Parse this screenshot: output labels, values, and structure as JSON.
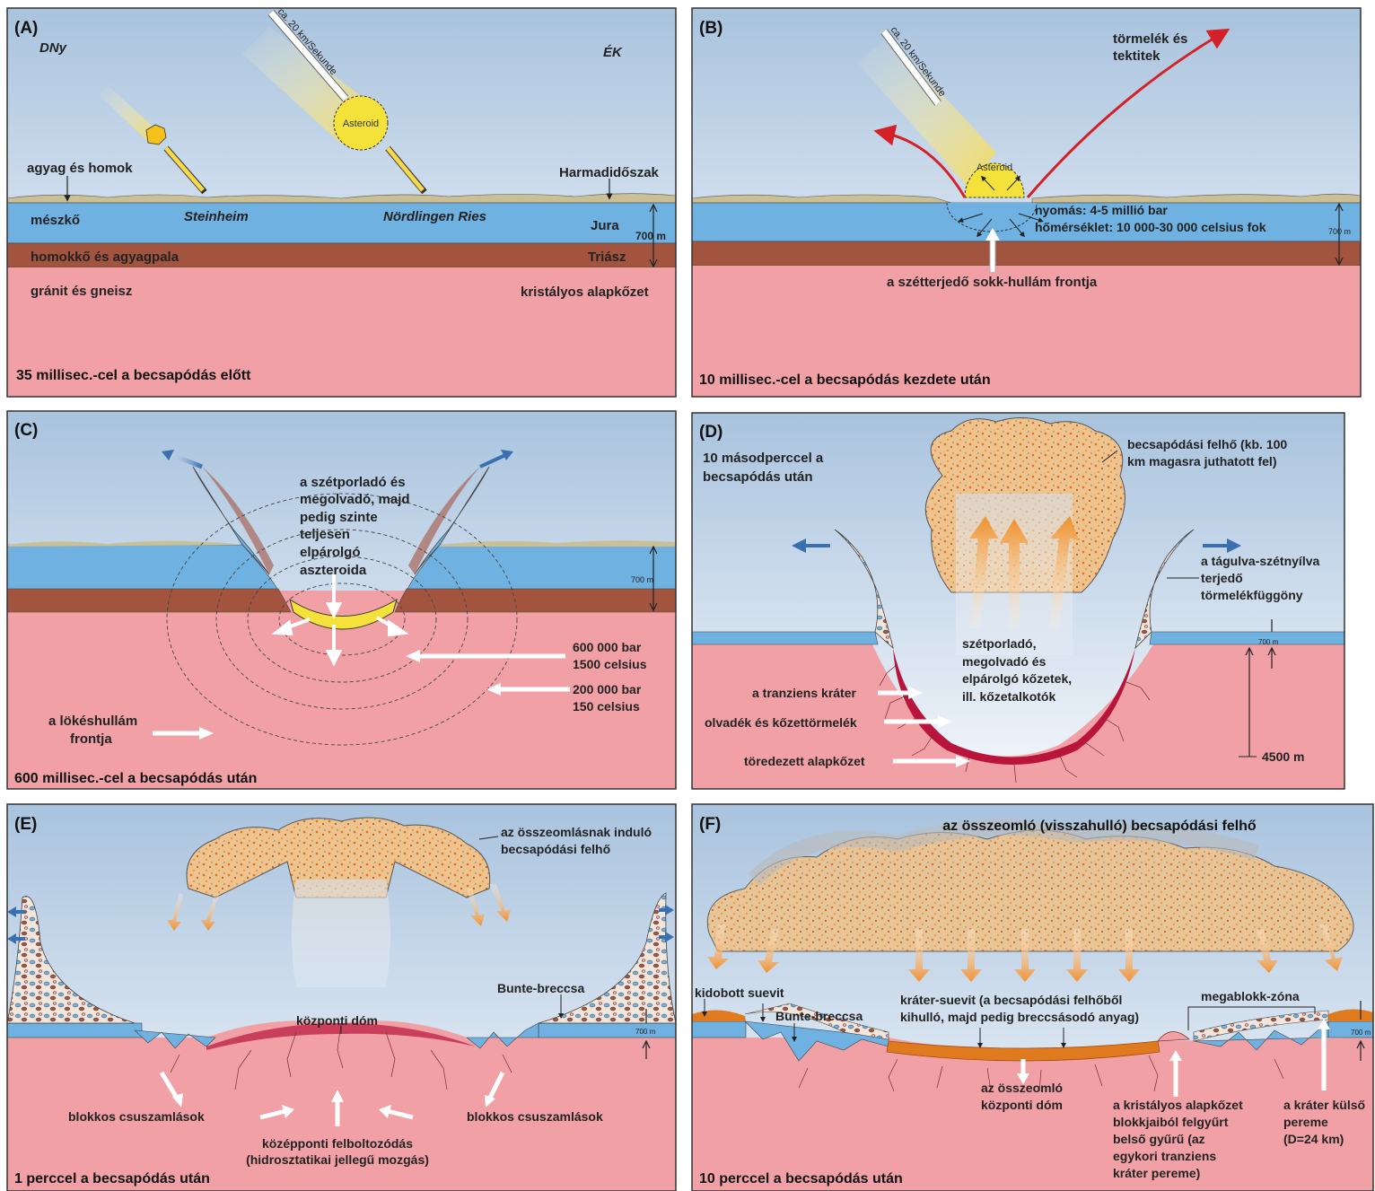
{
  "colors": {
    "sky_top": "#a9c3de",
    "sky_bottom": "#ffffff",
    "limestone": "#6fb1e0",
    "sandstone": "#a3543f",
    "granite": "#f1a1a6",
    "asteroid": "#f4e23a",
    "ejecta_arrow": "#d42027",
    "melt": "#b8143c",
    "suevite": "#e07a1e",
    "cloud": "#e8a050",
    "frame": "#333333"
  },
  "panels": {
    "A": {
      "tag": "(A)",
      "dir_left": "DNy",
      "dir_right": "ÉK",
      "speed": "ca. 20 km/Sekunde",
      "asteroid": "Asteroid",
      "clay_sand": "agyag és homok",
      "tertiary": "Harmadidőszak",
      "limestone": "mészkő",
      "steinheim": "Steinheim",
      "ries": "Nördlingen Ries",
      "jura": "Jura",
      "depth": "700 m",
      "sandstone": "homokkő és agyagpala",
      "triassic": "Triász",
      "granite": "gránit és gneisz",
      "basement": "kristályos alapkőzet",
      "caption": "35 millisec.-cel a becsapódás előtt"
    },
    "B": {
      "tag": "(B)",
      "speed": "ca. 20 km/Sekunde",
      "asteroid": "Asteroid",
      "debris_1": "törmelék és",
      "debris_2": "tektitek",
      "pressure": "nyomás: 4-5 millió bar",
      "temperature": "hőmérséklet: 10 000-30 000 celsius fok",
      "depth": "700 m",
      "shock_front": "a szétterjedő sokk-hullám frontja",
      "caption": "10 millisec.-cel a becsapódás kezdete után"
    },
    "C": {
      "tag": "(C)",
      "asteroid_lines": [
        "a szétporladó és",
        "megolvadó, majd",
        "pedig szinte",
        "teljesen",
        "elpárolgó",
        "aszteroida"
      ],
      "depth": "700 m",
      "p1": "600 000 bar",
      "t1": "1500 celsius",
      "p2": "200 000 bar",
      "t2": "150 celsius",
      "wave_1": "a lökéshullám",
      "wave_2": "frontja",
      "caption": "600 millisec.-cel a becsapódás után"
    },
    "D": {
      "tag": "(D)",
      "time_1": "10 másodperccel a",
      "time_2": "becsapódás után",
      "cloud_1": "becsapódási felhő (kb. 100",
      "cloud_2": "km magasra juthatott fel)",
      "curtain_1": "a tágulva-szétnyílva",
      "curtain_2": "terjedő",
      "curtain_3": "törmelékfüggöny",
      "vapor_lines": [
        "szétporladó,",
        "megolvadó és",
        "elpárolgó kőzetek,",
        "ill. kőzetalkotók"
      ],
      "transient": "a tranziens kráter",
      "melt": "olvadék és kőzettörmelék",
      "fractured": "töredezett alapkőzet",
      "depth_small": "700 m",
      "depth_big": "4500 m"
    },
    "E": {
      "tag": "(E)",
      "cloud_1": "az összeomlásnak induló",
      "cloud_2": "becsapódási felhő",
      "bunte": "Bunte-breccsa",
      "dome": "központi dóm",
      "depth": "700 m",
      "slides_left": "blokkos csuszamlások",
      "slides_right": "blokkos csuszamlások",
      "uplift_1": "középponti felboltozódás",
      "uplift_2": "(hidrosztatikai jellegű mozgás)",
      "caption": "1 perccel a becsapódás után"
    },
    "F": {
      "tag": "(F)",
      "title": "az összeomló (visszahulló) becsapódási felhő",
      "ejected": "kidobott suevit",
      "bunte": "Bunte-breccsa",
      "crater_suevite_1": "kráter-suevit (a becsapódási felhőből",
      "crater_suevite_2": "kihulló, majd pedig breccsásodó anyag)",
      "megablock": "megablokk-zóna",
      "depth": "700 m",
      "dome_1": "az összeomló",
      "dome_2": "központi dóm",
      "ring_lines": [
        "a kristályos alapkőzet",
        "blokkjaiból felgyűrt",
        "belső gyűrű (az",
        "egykori tranziens",
        "kráter pereme)"
      ],
      "rim_1": "a kráter külső",
      "rim_2": "pereme",
      "rim_3": "(D=24 km)",
      "caption": "10 perccel a becsapódás után"
    }
  }
}
